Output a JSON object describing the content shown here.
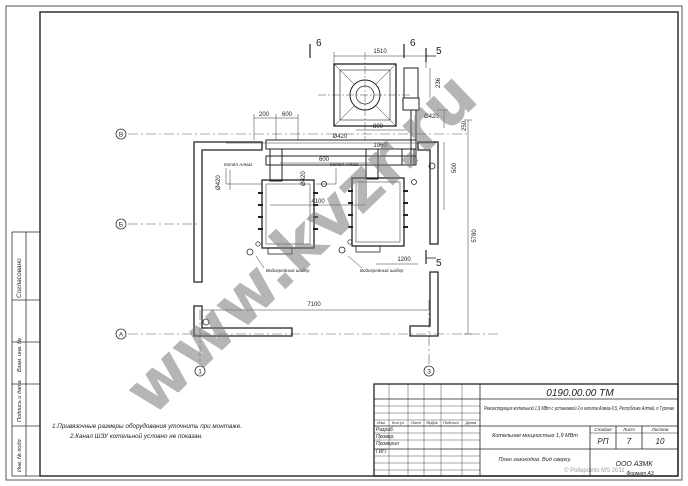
{
  "title_block": {
    "doc_code": "0190.00.00 ТМ",
    "project_title": "Реконструкция котельной 1,9 МВт с установкой 2-х котлов Алмаз-0,5, Республика Алтай, п.Турочак",
    "building": "Котельная мощностью 1,9 МВт",
    "sheet_title": "План газоходов. Вид сверху.",
    "company": "ООО АЗМК",
    "format": "Формат А3",
    "header_cols": [
      "Изм",
      "Кол.уч",
      "Лист",
      "№Док",
      "Подпись",
      "Дата"
    ],
    "roles": [
      "Разраб.",
      "Провер.",
      "Проверил",
      "ГИП"
    ],
    "stage_label": "Стадия",
    "sheet_label": "Лист",
    "sheets_label": "Листов",
    "stage": "РП",
    "sheet": "7",
    "sheets": "10"
  },
  "side_stamp": {
    "agreed": "Согласовано",
    "replaced": "Взам. инв. №",
    "sign_date": "Подпись и дата",
    "inv": "Инв. № подл."
  },
  "notes": [
    "1.Привязочные размеры оборудования уточнить при монтаже.",
    "2.Канал ШЗУ котельной условно не показан."
  ],
  "axes": {
    "a": "А",
    "b": "Б",
    "v": "В",
    "n1": "1",
    "n3": "3"
  },
  "sections": {
    "s6a": "6",
    "s6b": "6",
    "s5a": "5",
    "s5b": "5"
  },
  "dimensions": {
    "d1510": "1510",
    "d236": "236",
    "d200": "200",
    "d600a": "600",
    "d420a": "Ø420",
    "d420b": "Ø420",
    "d420c": "Ø420",
    "d420d": "Ø420",
    "d250": "250",
    "d800": "800",
    "d1960": "1960",
    "d600b": "600",
    "d500": "500",
    "d4100": "4100",
    "d5780": "5780",
    "d1200": "1200",
    "d7100": "7100"
  },
  "labels": {
    "boiler1": "Котёл Алмаз",
    "boiler2": "Котёл Алмаз",
    "burner1": "Водогрейный шибер",
    "burner2": "Водогрейный шибер"
  },
  "watermark": "www.kvzr.ru",
  "copyright": "© Pollepoints MS 2011"
}
